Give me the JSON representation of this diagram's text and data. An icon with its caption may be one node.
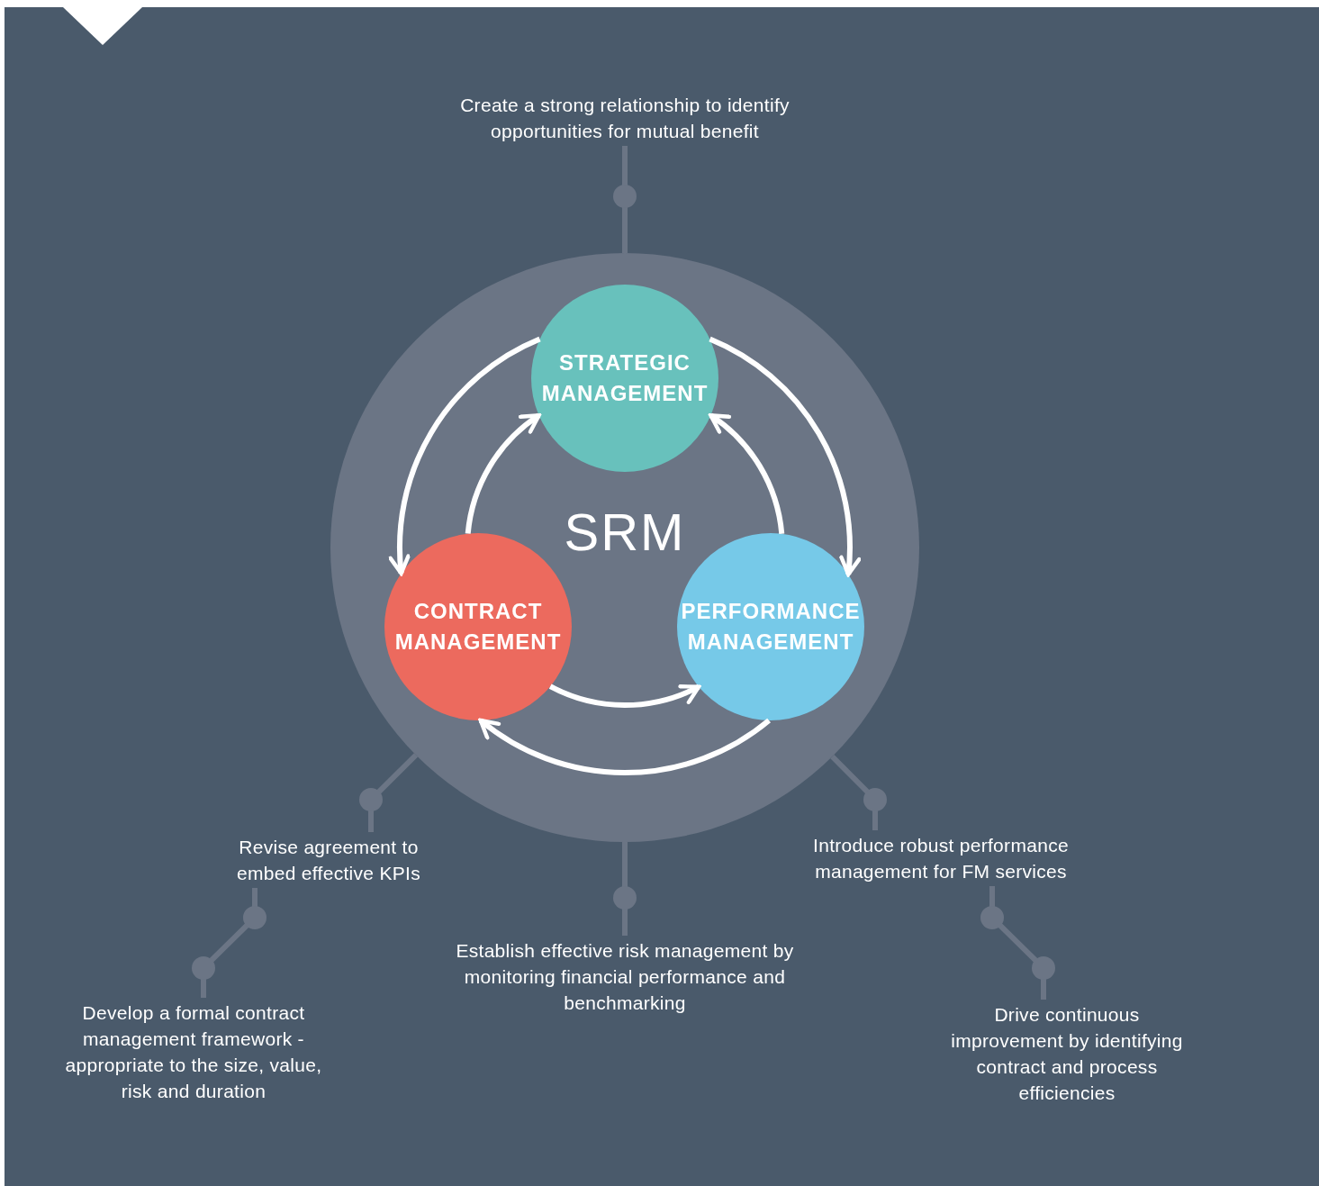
{
  "diagram": {
    "nodes": [
      {
        "text": [
          "Create a strong relationship to identify opportunities for mutual benefit"
        ]
      },
      {
        "text": [
          "SRM"
        ]
      },
      {
        "text": [
          "STRATEGIC MANAGEMENT"
        ],
        "in": 1
      },
      {
        "text": [
          "CONTRACT MANAGEMENT"
        ],
        "in": 1
      },
      {
        "text": [
          "PERFORMANCE MANAGEMENT"
        ],
        "in": 1
      },
      {
        "text": [
          "Revise agreement to embed effective KPIs"
        ]
      },
      {
        "text": [
          "Introduce robust performance management for FM services"
        ]
      },
      {
        "text": [
          "Establish effective risk management by monitoring financial performance and benchmarking"
        ]
      },
      {
        "text": [
          "Develop a formal contract management framework - appropriate to the size, value, risk and duration"
        ]
      },
      {
        "text": [
          "Drive continuous improvement by identifying contract and process efficiencies"
        ]
      }
    ],
    "edges": [
      {
        "from": 2,
        "to": 3,
        "arrow": "to"
      },
      {
        "from": 3,
        "to": 2,
        "arrow": "to"
      },
      {
        "from": 2,
        "to": 4,
        "arrow": "to"
      },
      {
        "from": 4,
        "to": 2,
        "arrow": "to"
      },
      {
        "from": 3,
        "to": 4,
        "arrow": "to"
      },
      {
        "from": 4,
        "to": 3,
        "arrow": "to"
      },
      {
        "from": 0,
        "to": 1,
        "arrow": "none",
        "color": "#6b7585"
      },
      {
        "from": 5,
        "to": 1,
        "arrow": "none",
        "color": "#6b7585"
      },
      {
        "from": 6,
        "to": 1,
        "arrow": "none",
        "color": "#6b7585"
      },
      {
        "from": 7,
        "to": 1,
        "arrow": "none",
        "color": "#6b7585"
      },
      {
        "from": 8,
        "to": 5,
        "arrow": "none",
        "color": "#6b7585"
      },
      {
        "from": 9,
        "to": 6,
        "arrow": "none",
        "color": "#6b7585"
      }
    ]
  }
}
